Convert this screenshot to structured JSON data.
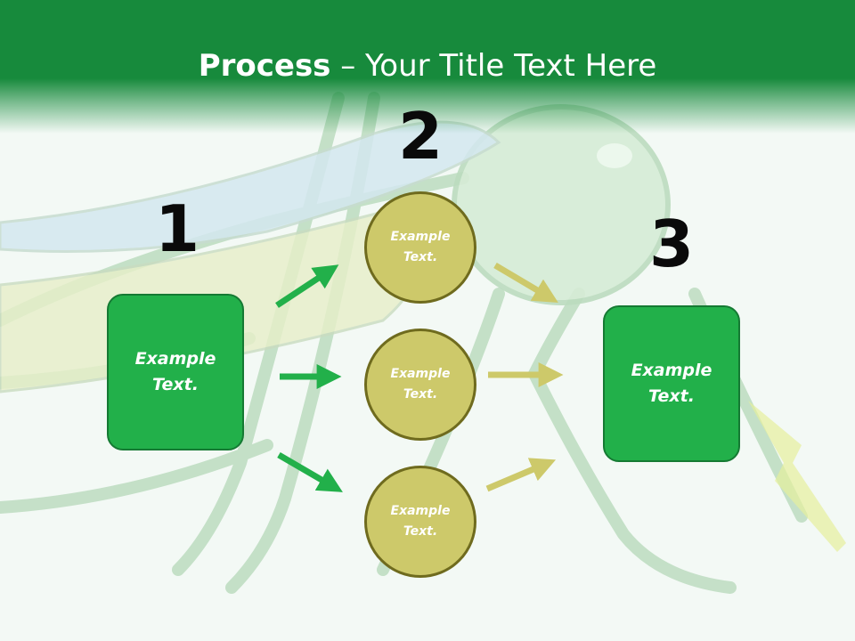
{
  "slide": {
    "title_bold": "Process",
    "title_rest": " – Your Title Text Here"
  },
  "steps": [
    {
      "number": "1"
    },
    {
      "number": "2"
    },
    {
      "number": "3"
    }
  ],
  "boxes": {
    "left": "Example Text.",
    "right": "Example Text."
  },
  "circles": [
    {
      "label": "Example Text."
    },
    {
      "label": "Example Text."
    },
    {
      "label": "Example Text."
    }
  ],
  "colors": {
    "header": "#178a3c",
    "box_fill": "#22b04a",
    "circle_fill": "#cdc96a",
    "green_arrow": "#22b04a",
    "olive_arrow": "#cdc96a"
  }
}
